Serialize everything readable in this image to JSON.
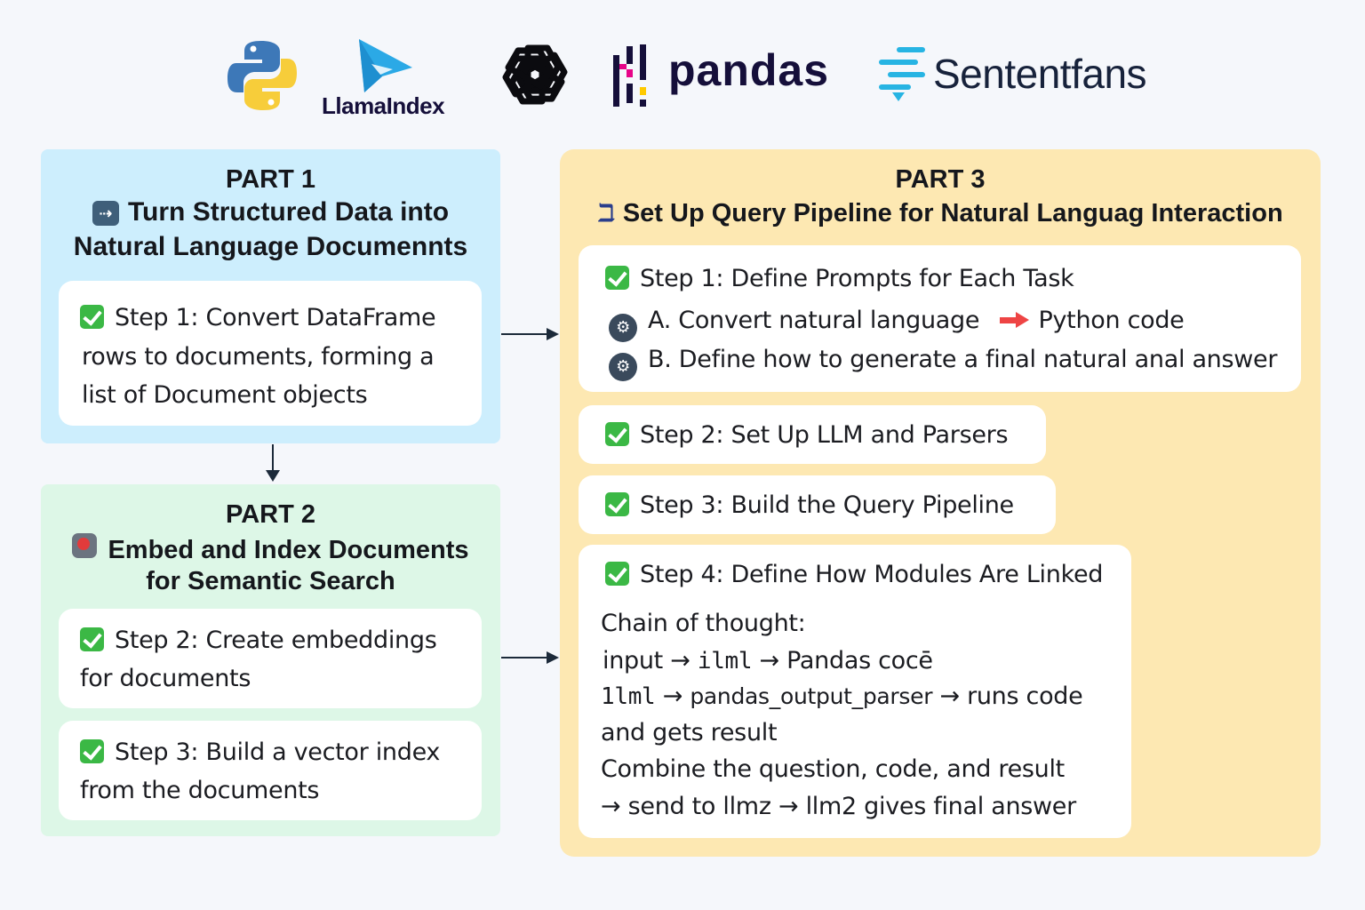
{
  "logos": {
    "llamaindex": "LlamaIndex",
    "pandas": "pandas",
    "sententfans": "Sententfans"
  },
  "part1": {
    "heading": "PART 1",
    "title_line1": "Turn Structured Data into",
    "title_line2": "Natural Language Documennts",
    "step1_line1": "Step 1: Convert DataFrame",
    "step1_line2": "rows to documents, forming a",
    "step1_line3": "list of Document objects"
  },
  "part2": {
    "heading": "PART 2",
    "title_line1": "Embed and Index Documents",
    "title_line2": "for Semantic Search",
    "step2_line1": "Step 2: Create embeddings",
    "step2_line2": "for documents",
    "step3_line1": "Step 3: Build a vector index",
    "step3_line2": "from the documents"
  },
  "part3": {
    "heading": "PART 3",
    "title": "Set Up Query Pipeline for Natural Languag Interaction",
    "step1_title": "Step 1: Define Prompts for Each Task",
    "step1_a_left": "A. Convert natural language",
    "step1_a_right": "Python code",
    "step1_b": "B. Define how to generate a final natural anal answer",
    "step2": "Step 2: Set Up LLM and Parsers",
    "step3": "Step 3: Build the Query Pipeline",
    "step4_title": "Step 4: Define How Modules Are Linked",
    "chain_heading": "Chain of thought:",
    "chain1_input": "input",
    "chain1_llm": "ilml",
    "chain1_end": "Pandas cocē",
    "chain2_llm": "1lml",
    "chain2_parser": "pandas_output_parser",
    "chain2_end": "runs code",
    "chain3": "and gets result",
    "chain4": "Combine the  question, code, and result",
    "chain5_send": "send to llmz",
    "chain5_llm2": "llm2",
    "chain5_end": "gives final answer"
  },
  "colors": {
    "panel1": "#cdeefd",
    "panel2": "#ddf7e7",
    "panel3": "#fde8b2",
    "check": "#3bb845",
    "red_arrow": "#ee4444",
    "arrow": "#1c2a3a"
  }
}
